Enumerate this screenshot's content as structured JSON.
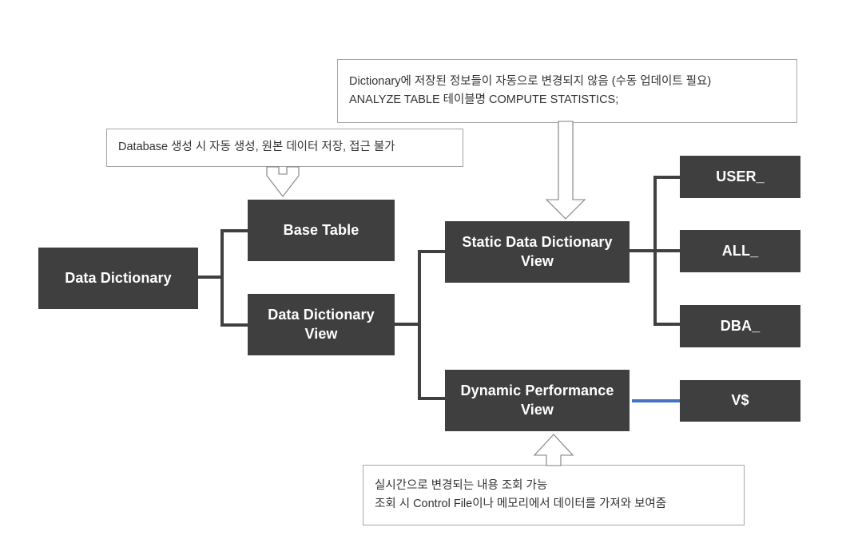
{
  "diagram": {
    "title": "Data Dictionary structure diagram",
    "colors": {
      "node_fill": "#3f3f3f",
      "node_text": "#ffffff",
      "callout_border": "#a6a6a6",
      "connector": "#404040",
      "accent_connector": "#4472c4",
      "arrow_stroke": "#7f7f7f",
      "background": "#ffffff"
    },
    "nodes": {
      "data_dictionary": {
        "label": "Data Dictionary"
      },
      "base_table": {
        "label": "Base Table"
      },
      "data_dictionary_view": {
        "line1": "Data Dictionary",
        "line2": "View"
      },
      "static_data_dictionary_view": {
        "line1": "Static Data Dictionary",
        "line2": "View"
      },
      "dynamic_performance_view": {
        "line1": "Dynamic Performance",
        "line2": "View"
      },
      "user_prefix": {
        "label": "USER_"
      },
      "all_prefix": {
        "label": "ALL_"
      },
      "dba_prefix": {
        "label": "DBA_"
      },
      "v_dollar": {
        "label": "V$"
      }
    },
    "callouts": {
      "top_static": {
        "line1": "Dictionary에 저장된 정보들이 자동으로 변경되지 않음 (수동 업데이트 필요)",
        "line2": "ANALYZE TABLE 테이블명 COMPUTE STATISTICS;"
      },
      "base_table": {
        "line1": "Database 생성 시 자동 생성, 원본 데이터 저장, 접근 불가"
      },
      "bottom_dynamic": {
        "line1": "실시간으로 변경되는 내용 조회 가능",
        "line2": "조회 시 Control File이나 메모리에서 데이터를 가져와 보여줌"
      }
    }
  }
}
